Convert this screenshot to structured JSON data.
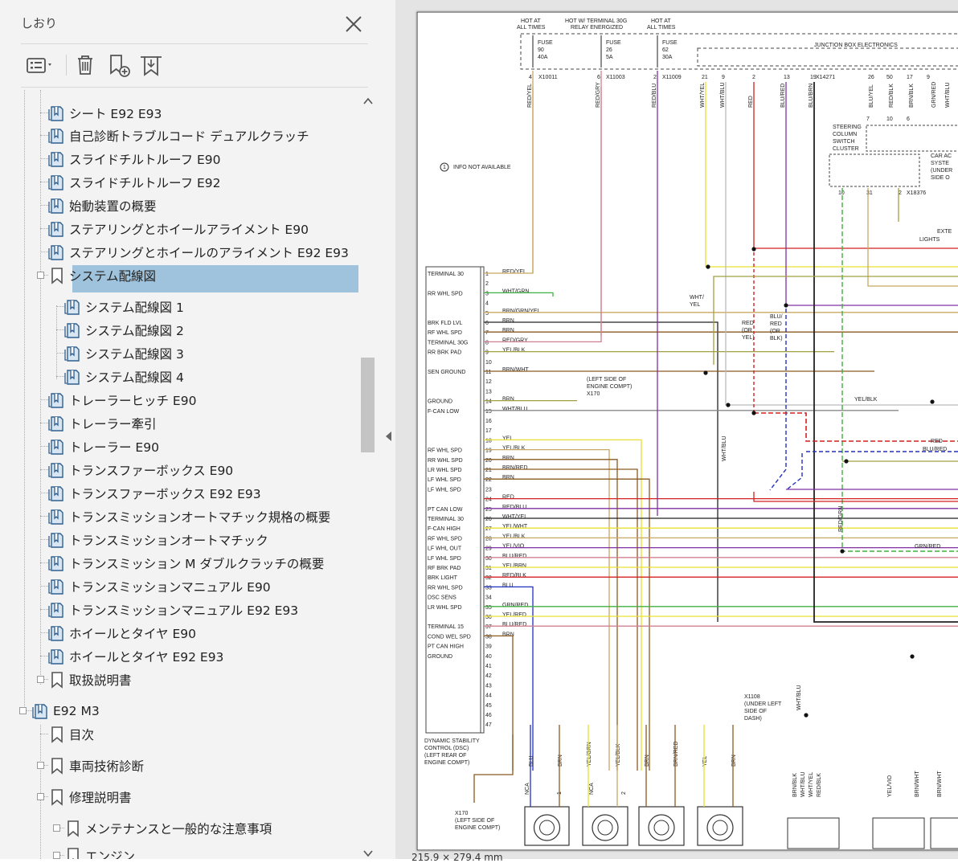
{
  "panel": {
    "title": "しおり"
  },
  "tree": {
    "items": [
      {
        "label": "シート  E92 E93",
        "level": 1,
        "icon": "bookmark-page-icon"
      },
      {
        "label": "自己診断トラブルコード デュアルクラッチ",
        "level": 1,
        "icon": "bookmark-page-icon"
      },
      {
        "label": "スライドチルトルーフ E90",
        "level": 1,
        "icon": "bookmark-page-icon"
      },
      {
        "label": "スライドチルトルーフ E92",
        "level": 1,
        "icon": "bookmark-page-icon"
      },
      {
        "label": "始動装置の概要",
        "level": 1,
        "icon": "bookmark-page-icon"
      },
      {
        "label": "ステアリングとホイールアライメント E90",
        "level": 1,
        "icon": "bookmark-page-icon"
      },
      {
        "label": "ステアリングとホイールのアライメント E92 E93",
        "level": 1,
        "icon": "bookmark-page-icon"
      },
      {
        "label": "システム配線図",
        "level": 1,
        "icon": "bookmark-icon",
        "selected": true,
        "expandable": true
      },
      {
        "label": "システム配線図  1",
        "level": 2,
        "icon": "bookmark-page-icon"
      },
      {
        "label": "システム配線図  2",
        "level": 2,
        "icon": "bookmark-page-icon"
      },
      {
        "label": "システム配線図  3",
        "level": 2,
        "icon": "bookmark-page-icon"
      },
      {
        "label": "システム配線図  4",
        "level": 2,
        "icon": "bookmark-page-icon"
      },
      {
        "label": "トレーラーヒッチ E90",
        "level": 1,
        "icon": "bookmark-page-icon"
      },
      {
        "label": "トレーラー牽引",
        "level": 1,
        "icon": "bookmark-page-icon"
      },
      {
        "label": "トレーラー E90",
        "level": 1,
        "icon": "bookmark-page-icon"
      },
      {
        "label": "トランスファーボックス E90",
        "level": 1,
        "icon": "bookmark-page-icon"
      },
      {
        "label": "トランスファーボックス E92 E93",
        "level": 1,
        "icon": "bookmark-page-icon"
      },
      {
        "label": "トランスミッションオートマチック規格の概要",
        "level": 1,
        "icon": "bookmark-page-icon"
      },
      {
        "label": "トランスミッションオートマチック",
        "level": 1,
        "icon": "bookmark-page-icon"
      },
      {
        "label": "トランスミッション M ダブルクラッチの概要",
        "level": 1,
        "icon": "bookmark-page-icon"
      },
      {
        "label": "トランスミッションマニュアル E90",
        "level": 1,
        "icon": "bookmark-page-icon"
      },
      {
        "label": "トランスミッションマニュアル E92 E93",
        "level": 1,
        "icon": "bookmark-page-icon"
      },
      {
        "label": "ホイールとタイヤ E90",
        "level": 1,
        "icon": "bookmark-page-icon"
      },
      {
        "label": "ホイールとタイヤ E92 E93",
        "level": 1,
        "icon": "bookmark-page-icon"
      },
      {
        "label": "取扱説明書",
        "level": 1,
        "icon": "bookmark-icon",
        "expandable": true
      },
      {
        "label": "E92 M3",
        "level": 0,
        "icon": "bookmark-page-icon",
        "expandable": true
      },
      {
        "label": "目次",
        "level": 1,
        "icon": "bookmark-icon"
      },
      {
        "label": "車両技術診断",
        "level": 1,
        "icon": "bookmark-icon",
        "expandable": true
      },
      {
        "label": "修理説明書",
        "level": 1,
        "icon": "bookmark-icon",
        "expandable": true
      },
      {
        "label": "メンテナンスと一般的な注意事項",
        "level": 2,
        "icon": "bookmark-icon",
        "expandable": true
      },
      {
        "label": "エンジン",
        "level": 2,
        "icon": "bookmark-icon",
        "expandable": true
      }
    ]
  },
  "viewer": {
    "page_size": "215.9 × 279.4 mm"
  },
  "diagram": {
    "top_labels": [
      "HOT AT",
      "ALL TIMES",
      "HOT W/ TERMINAL 30G",
      "RELAY ENERGIZED",
      "HOT AT",
      "ALL TIMES"
    ],
    "fuses": [
      {
        "name": "FUSE",
        "num": "90",
        "amp": "40A"
      },
      {
        "name": "FUSE",
        "num": "26",
        "amp": "5A"
      },
      {
        "name": "FUSE",
        "num": "62",
        "amp": "30A"
      }
    ],
    "junction_box": "JUNCTION BOX ELECTRONICS",
    "connectors_top": [
      "X10011",
      "X11003",
      "X11009",
      "X14271",
      "X18376"
    ],
    "pin_nums_top": [
      "4",
      "6",
      "2",
      "21",
      "9",
      "2",
      "13",
      "19",
      "26",
      "50",
      "17",
      "9",
      "7",
      "10",
      "6",
      "10",
      "31",
      "2"
    ],
    "top_wires": [
      "RED/YEL",
      "RED/GRY",
      "RED/BLU",
      "WHT/YEL",
      "WHT/BLU",
      "RED",
      "BLU/RED",
      "BLU/BRN",
      "BLU/YEL",
      "RED/BLK",
      "BRN/BLK",
      "GRN/RED",
      "WHT/BLU"
    ],
    "steering_cluster": [
      "STEERING",
      "COLUMN",
      "SWITCH",
      "CLUSTER"
    ],
    "car_access": [
      "CAR AC",
      "SYSTE",
      "(UNDER",
      "SIDE O"
    ],
    "ext_lights": [
      "EXTE",
      "LIGHTS"
    ],
    "info_note": "INFO NOT AVAILABLE",
    "info_marker": "1",
    "module_pins": [
      {
        "pin": "1",
        "label": "TERMINAL 30",
        "wire": "RED/YEL"
      },
      {
        "pin": "2",
        "label": "",
        "wire": ""
      },
      {
        "pin": "3",
        "label": "RR WHL SPD",
        "wire": "WHT/GRN"
      },
      {
        "pin": "4",
        "label": "",
        "wire": ""
      },
      {
        "pin": "5",
        "label": "",
        "wire": "BRN/GRN/YEL"
      },
      {
        "pin": "6",
        "label": "BRK FLD LVL",
        "wire": "BRN"
      },
      {
        "pin": "7",
        "label": "RF WHL SPD",
        "wire": "BRN"
      },
      {
        "pin": "8",
        "label": "TERMINAL 30G",
        "wire": "RED/GRY"
      },
      {
        "pin": "9",
        "label": "RR BRK PAD",
        "wire": "YEL/BLK"
      },
      {
        "pin": "10",
        "label": "",
        "wire": ""
      },
      {
        "pin": "11",
        "label": "SEN GROUND",
        "wire": "BRN/WHT"
      },
      {
        "pin": "12",
        "label": "",
        "wire": ""
      },
      {
        "pin": "13",
        "label": "",
        "wire": ""
      },
      {
        "pin": "14",
        "label": "GROUND",
        "wire": "BRN"
      },
      {
        "pin": "15",
        "label": "F-CAN LOW",
        "wire": "WHT/BLU"
      },
      {
        "pin": "16",
        "label": "",
        "wire": ""
      },
      {
        "pin": "17",
        "label": "",
        "wire": ""
      },
      {
        "pin": "18",
        "label": "",
        "wire": "YEL"
      },
      {
        "pin": "19",
        "label": "RF WHL SPD",
        "wire": "YEL/BLK"
      },
      {
        "pin": "20",
        "label": "RR WHL SPD",
        "wire": "BRN"
      },
      {
        "pin": "21",
        "label": "LR WHL SPD",
        "wire": "BRN/RED"
      },
      {
        "pin": "22",
        "label": "LF WHL SPD",
        "wire": "BRN"
      },
      {
        "pin": "23",
        "label": "LF WHL SPD",
        "wire": ""
      },
      {
        "pin": "24",
        "label": "",
        "wire": "RED"
      },
      {
        "pin": "25",
        "label": "PT CAN LOW",
        "wire": "RED/BLU"
      },
      {
        "pin": "26",
        "label": "TERMINAL 30",
        "wire": "WHT/YEL"
      },
      {
        "pin": "27",
        "label": "F-CAN HIGH",
        "wire": "YEL/WHT"
      },
      {
        "pin": "28",
        "label": "RF WHL SPD",
        "wire": "YEL/BLK"
      },
      {
        "pin": "29",
        "label": "LF WHL OUT",
        "wire": "YEL/VIO"
      },
      {
        "pin": "30",
        "label": "LF WHL SPD",
        "wire": "BLU/RED"
      },
      {
        "pin": "31",
        "label": "RF BRK PAD",
        "wire": "YEL/BRN"
      },
      {
        "pin": "32",
        "label": "BRK LIGHT",
        "wire": "RED/BLK"
      },
      {
        "pin": "33",
        "label": "RR WHL SPD",
        "wire": "BLU"
      },
      {
        "pin": "34",
        "label": "DSC SENS",
        "wire": ""
      },
      {
        "pin": "35",
        "label": "LR WHL SPD",
        "wire": "GRN/RED"
      },
      {
        "pin": "36",
        "label": "",
        "wire": "YEL/RED"
      },
      {
        "pin": "37",
        "label": "TERMINAL 15",
        "wire": "BLU/RED"
      },
      {
        "pin": "38",
        "label": "COND WEL SPD",
        "wire": "BRN"
      },
      {
        "pin": "39",
        "label": "PT CAN HIGH",
        "wire": ""
      },
      {
        "pin": "40",
        "label": "GROUND",
        "wire": ""
      },
      {
        "pin": "41",
        "label": "",
        "wire": ""
      },
      {
        "pin": "42",
        "label": "",
        "wire": ""
      },
      {
        "pin": "43",
        "label": "",
        "wire": ""
      },
      {
        "pin": "44",
        "label": "",
        "wire": ""
      },
      {
        "pin": "45",
        "label": "",
        "wire": ""
      },
      {
        "pin": "46",
        "label": "",
        "wire": ""
      },
      {
        "pin": "47",
        "label": "",
        "wire": ""
      }
    ],
    "dsc_module": [
      "DYNAMIC STABILITY",
      "CONTROL (DSC)",
      "(LEFT REAR OF",
      "ENGINE COMPT)"
    ],
    "ground_note": [
      "(LEFT SIDE OF",
      "ENGINE COMPT)",
      "X170"
    ],
    "wht_yel_note": [
      "WHT/",
      "YEL"
    ],
    "red_or_yel_note": [
      "RED",
      "(OR",
      "YEL)"
    ],
    "blu_red_note": [
      "BLU/",
      "RED",
      "(OR",
      "BLK)"
    ],
    "x1108_note": [
      "X1108",
      "(UNDER LEFT",
      "SIDE OF",
      "DASH)"
    ],
    "x170_bottom": [
      "X170",
      "(LEFT SIDE OF",
      "ENGINE COMPT)"
    ],
    "mid_labels": [
      "YEL/BLK",
      "BLU/RED",
      "RED",
      "GRN/RED",
      "RED/GRN",
      "WHT/BLU",
      "WHT/BLU"
    ],
    "bottom_wires": [
      "BLU",
      "BRN",
      "YEL/GRN",
      "YEL/BLK",
      "BRN",
      "BRN/RED",
      "YEL",
      "BRN",
      "BRN/BLK",
      "WHT/BLU",
      "WHT/YEL",
      "RED/BLK",
      "YEL/VIO",
      "BRN/WHT",
      "BRN/WHT"
    ],
    "sensor_pins": [
      "NCA",
      "1",
      "NCA",
      "2"
    ]
  }
}
